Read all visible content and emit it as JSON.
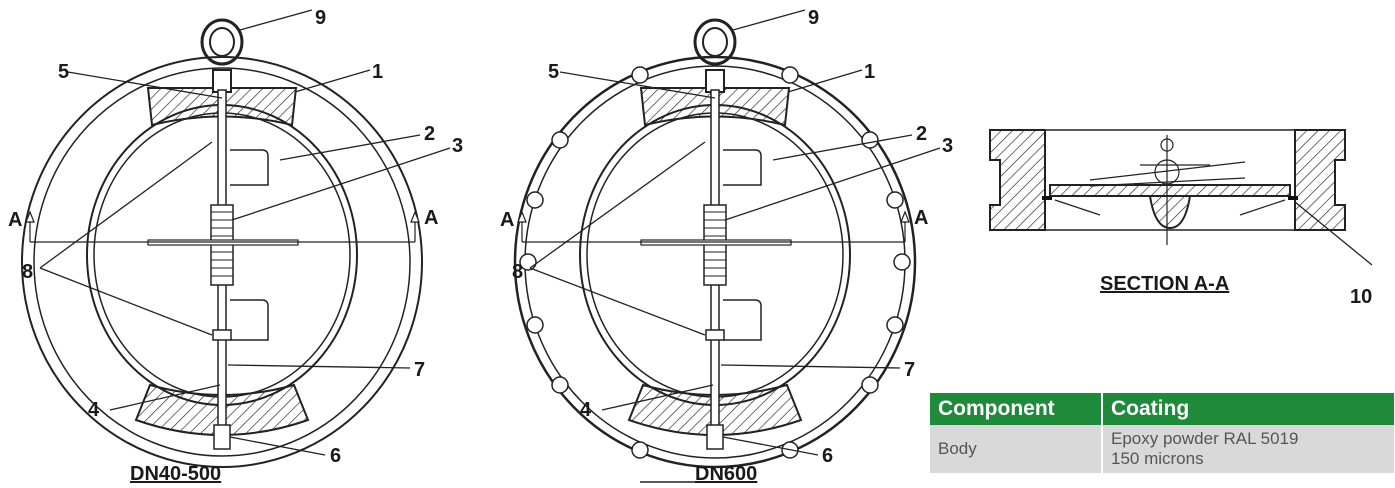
{
  "views": [
    {
      "caption": "DN40-500",
      "section_marker": "A",
      "callouts": [
        "9",
        "5",
        "1",
        "2",
        "3",
        "8",
        "7",
        "4",
        "6"
      ]
    },
    {
      "caption": "DN600",
      "section_marker": "A",
      "callouts": [
        "9",
        "5",
        "1",
        "2",
        "3",
        "8",
        "7",
        "4",
        "6"
      ]
    }
  ],
  "section": {
    "caption": "SECTION A-A",
    "callout": "10"
  },
  "coating_table": {
    "headers": [
      "Component",
      "Coating"
    ],
    "rows": [
      {
        "component": "Body",
        "coating_line1": "Epoxy powder RAL 5019",
        "coating_line2": "150 microns"
      }
    ],
    "header_color": "#1f8a3a"
  }
}
